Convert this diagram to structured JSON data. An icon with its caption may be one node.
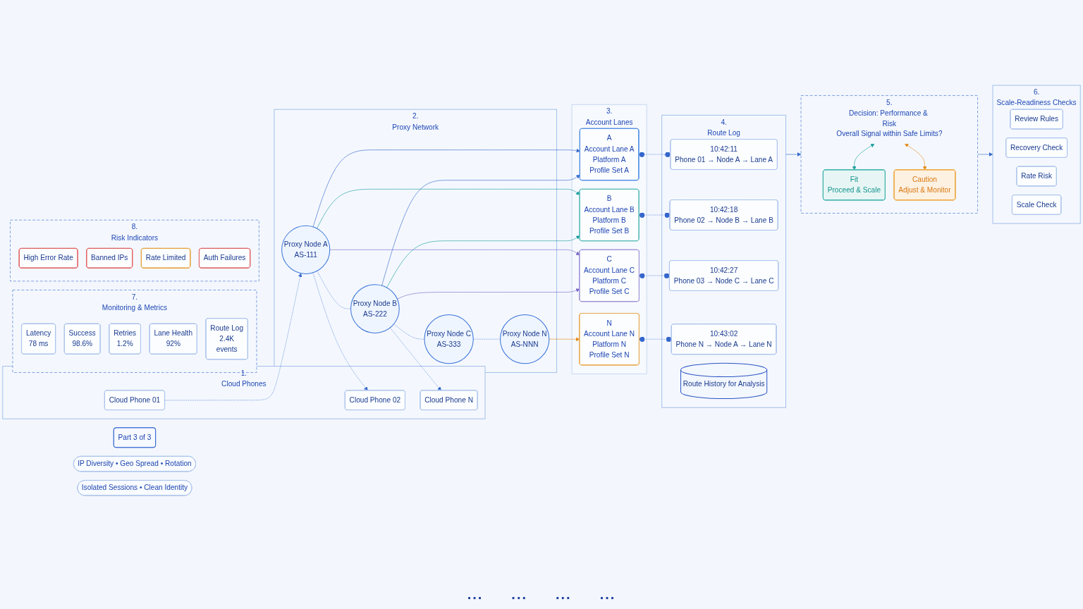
{
  "diagram": {
    "nodes": [
      {
        "text": [
          "Part 3 of 3"
        ]
      },
      {
        "text": [
          "1.",
          "Cloud Phones"
        ]
      },
      {
        "text": [
          "Cloud Phone 01"
        ],
        "in": 1
      },
      {
        "text": [
          "Cloud Phone 02"
        ],
        "in": 1
      },
      {
        "text": [
          "Cloud Phone N"
        ],
        "in": 1
      },
      {
        "text": [
          "2.",
          "Proxy Network"
        ]
      },
      {
        "text": [
          "Proxy Node A",
          "AS-111"
        ],
        "in": 5
      },
      {
        "text": [
          "Proxy Node B",
          "AS-222"
        ],
        "in": 5
      },
      {
        "text": [
          "Proxy Node C",
          "AS-333"
        ],
        "in": 5
      },
      {
        "text": [
          "Proxy Node N",
          "AS-NNN"
        ],
        "in": 5
      },
      {
        "text": [
          "IP Diversity • Geo Spread • Rotation"
        ]
      },
      {
        "text": [
          "3.",
          "Account Lanes"
        ]
      },
      {
        "text": [
          "A",
          "Account Lane A",
          "Platform A",
          "Profile Set A"
        ],
        "in": 11
      },
      {
        "text": [
          "B",
          "Account Lane B",
          "Platform B",
          "Profile Set B"
        ],
        "in": 11
      },
      {
        "text": [
          "C",
          "Account Lane C",
          "Platform C",
          "Profile Set C"
        ],
        "in": 11
      },
      {
        "text": [
          "N",
          "Account Lane N",
          "Platform N",
          "Profile Set N"
        ],
        "in": 11
      },
      {
        "text": [
          "Isolated Sessions • Clean Identity"
        ]
      },
      {
        "text": [
          "4.",
          "Route Log"
        ]
      },
      {
        "text": [
          "10:42:11",
          "Phone 01 → Node A → Lane A"
        ],
        "in": 17
      },
      {
        "text": [
          "10:42:18",
          "Phone 02 → Node B → Lane B"
        ],
        "in": 17
      },
      {
        "text": [
          "10:42:27",
          "Phone 03 → Node C → Lane C"
        ],
        "in": 17
      },
      {
        "text": [
          "10:43:02",
          "Phone N → Node A → Lane N"
        ],
        "in": 17
      },
      {
        "text": [
          "Route History for Analysis"
        ],
        "in": 17
      },
      {
        "text": [
          "5.",
          "Decision: Performance & Risk"
        ]
      },
      {
        "text": [
          "Overall Signal within Safe Limits?"
        ],
        "in": 23
      },
      {
        "text": [
          "Fit",
          "Proceed & Scale"
        ],
        "in": 23
      },
      {
        "text": [
          "Caution",
          "Adjust & Monitor"
        ],
        "in": 23
      },
      {
        "text": [
          "6.",
          "Scale-Readiness Checks"
        ]
      },
      {
        "text": [
          "Review Rules"
        ],
        "in": 27
      },
      {
        "text": [
          "Recovery Check"
        ],
        "in": 27
      },
      {
        "text": [
          "Rate Risk"
        ],
        "in": 27
      },
      {
        "text": [
          "Scale Check"
        ],
        "in": 27
      },
      {
        "text": [
          "7.",
          "Monitoring & Metrics"
        ]
      },
      {
        "text": [
          "Latency",
          "78 ms"
        ],
        "in": 32
      },
      {
        "text": [
          "Success",
          "98.6%"
        ],
        "in": 32
      },
      {
        "text": [
          "Retries",
          "1.2%"
        ],
        "in": 32
      },
      {
        "text": [
          "Lane Health",
          "92%"
        ],
        "in": 32
      },
      {
        "text": [
          "Route Log",
          "2.4K",
          "events"
        ],
        "in": 32
      },
      {
        "text": [
          "8.",
          "Risk Indicators"
        ]
      },
      {
        "text": [
          "High Error Rate"
        ],
        "in": 38
      },
      {
        "text": [
          "Banned IPs"
        ],
        "in": 38
      },
      {
        "text": [
          "Rate Limited"
        ],
        "in": 38
      },
      {
        "text": [
          "Auth Failures"
        ],
        "in": 38
      }
    ],
    "edges": [
      {
        "from": 2,
        "to": 6,
        "arrow": "to",
        "style": "dashed"
      },
      {
        "from": 6,
        "to": 3,
        "arrow": "to",
        "style": "dashed"
      },
      {
        "from": 7,
        "to": 4,
        "arrow": "to",
        "style": "dashed"
      },
      {
        "from": 6,
        "to": 7,
        "arrow": "none",
        "style": "dashed"
      },
      {
        "from": 7,
        "to": 8,
        "arrow": "none",
        "style": "dashed"
      },
      {
        "from": 8,
        "to": 9,
        "arrow": "none",
        "style": "dashed"
      },
      {
        "from": 6,
        "to": 12,
        "arrow": "to"
      },
      {
        "from": 6,
        "to": 13,
        "arrow": "to",
        "color": "#1a9e9c"
      },
      {
        "from": 6,
        "to": 14,
        "arrow": "to",
        "color": "#7a68c6"
      },
      {
        "from": 7,
        "to": 12,
        "arrow": "to"
      },
      {
        "from": 7,
        "to": 13,
        "arrow": "to",
        "color": "#1a9e9c"
      },
      {
        "from": 7,
        "to": 14,
        "arrow": "to",
        "color": "#7a68c6"
      },
      {
        "from": 9,
        "to": 15,
        "arrow": "to",
        "color": "#e58a1c"
      },
      {
        "from": 12,
        "to": 18,
        "arrow": "other",
        "style": "dashed"
      },
      {
        "from": 13,
        "to": 19,
        "arrow": "other",
        "style": "dashed"
      },
      {
        "from": 14,
        "to": 20,
        "arrow": "other",
        "style": "dashed"
      },
      {
        "from": 15,
        "to": 21,
        "arrow": "other",
        "style": "dashed"
      },
      {
        "from": 17,
        "to": 23,
        "arrow": "to"
      },
      {
        "from": 24,
        "to": 25,
        "arrow": "both",
        "color": "#1a9e9c"
      },
      {
        "from": 24,
        "to": 26,
        "arrow": "both",
        "color": "#e58a1c"
      },
      {
        "from": 23,
        "to": 27,
        "arrow": "to"
      }
    ],
    "labels": [
      "...",
      "...",
      "...",
      "..."
    ]
  }
}
